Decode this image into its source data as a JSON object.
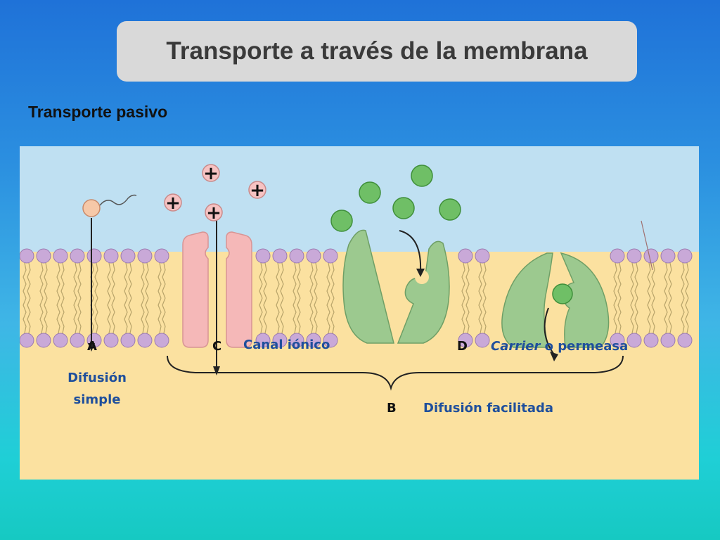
{
  "title": "Transporte a través de la membrana",
  "section": "Transporte pasivo",
  "labels": {
    "a_letter": "A",
    "a_text_line1": "Difusión",
    "a_text_line2": "simple",
    "b_letter": "B",
    "b_text": "Difusión facilitada",
    "c_letter": "C",
    "c_text": "Canal iónico",
    "d_letter": "D",
    "d_text_italic": "Carrier",
    "d_text_rest": " o permeasa",
    "ion_sign": "+"
  },
  "colors": {
    "background_top": "#1f72d8",
    "background_bottom": "#16c9c2",
    "extracellular": "#bfe0f2",
    "intracellular": "#fbe1a0",
    "lipid_head": "#c9a9d8",
    "channel": "#f5b8b8",
    "carrier": "#9cc98f",
    "solute": "#6fbf66",
    "ion": "#f6c2c2",
    "label_blue": "#1f4f9c"
  }
}
